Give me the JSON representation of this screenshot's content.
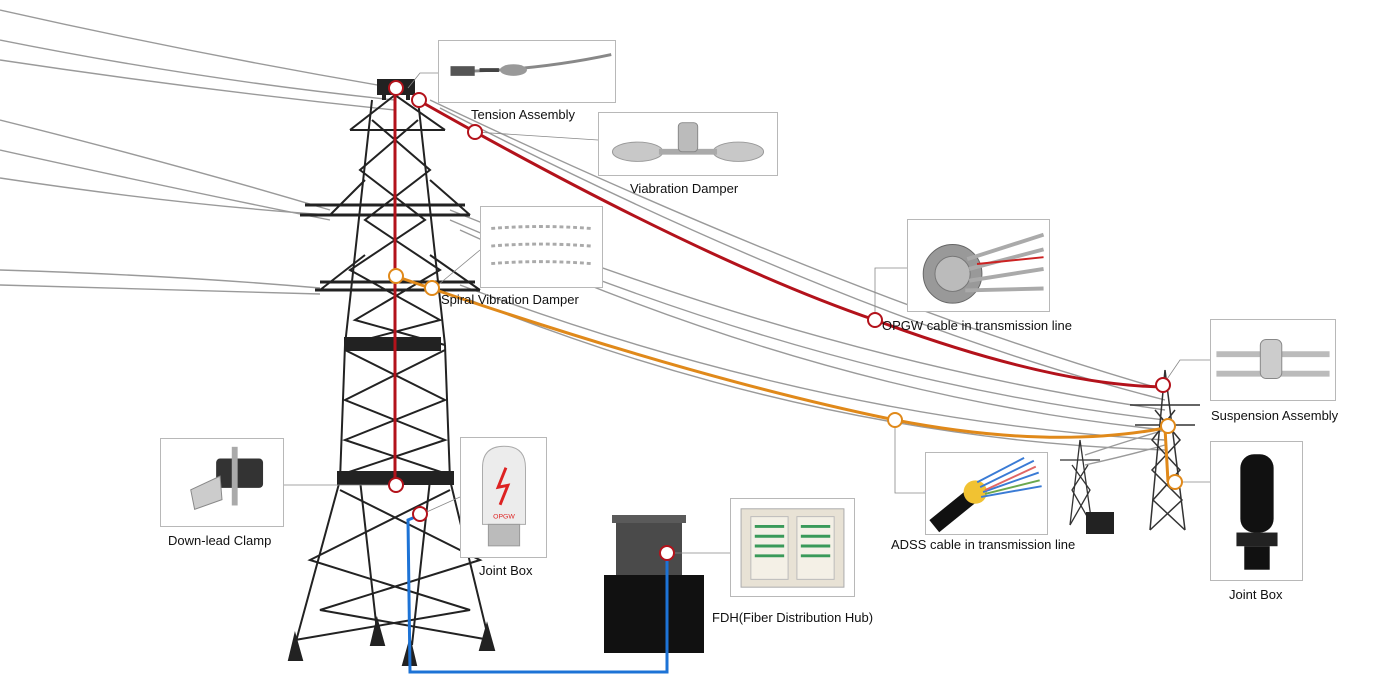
{
  "components": {
    "tension_assembly": "Tension Assembly",
    "vibration_damper": "Viabration Damper",
    "spiral_vibration_damper": "Spiral Vibration Damper",
    "opgw_cable": "OPGW cable in transmission line",
    "suspension_assembly": "Suspension Assembly",
    "adss_cable": "ADSS cable in transmission line",
    "down_lead_clamp": "Down-lead Clamp",
    "joint_box_left": "Joint Box",
    "joint_box_right": "Joint Box",
    "fdh": "FDH(Fiber Distribution Hub)"
  },
  "closure_text": "OPGW",
  "colors": {
    "opgw_line": "#b3121b",
    "adss_line": "#e0891a",
    "fiber_lead": "#1d73d6",
    "wire": "#9a9a9a",
    "tower": "#222222",
    "marker_fill": "#ffffff"
  }
}
